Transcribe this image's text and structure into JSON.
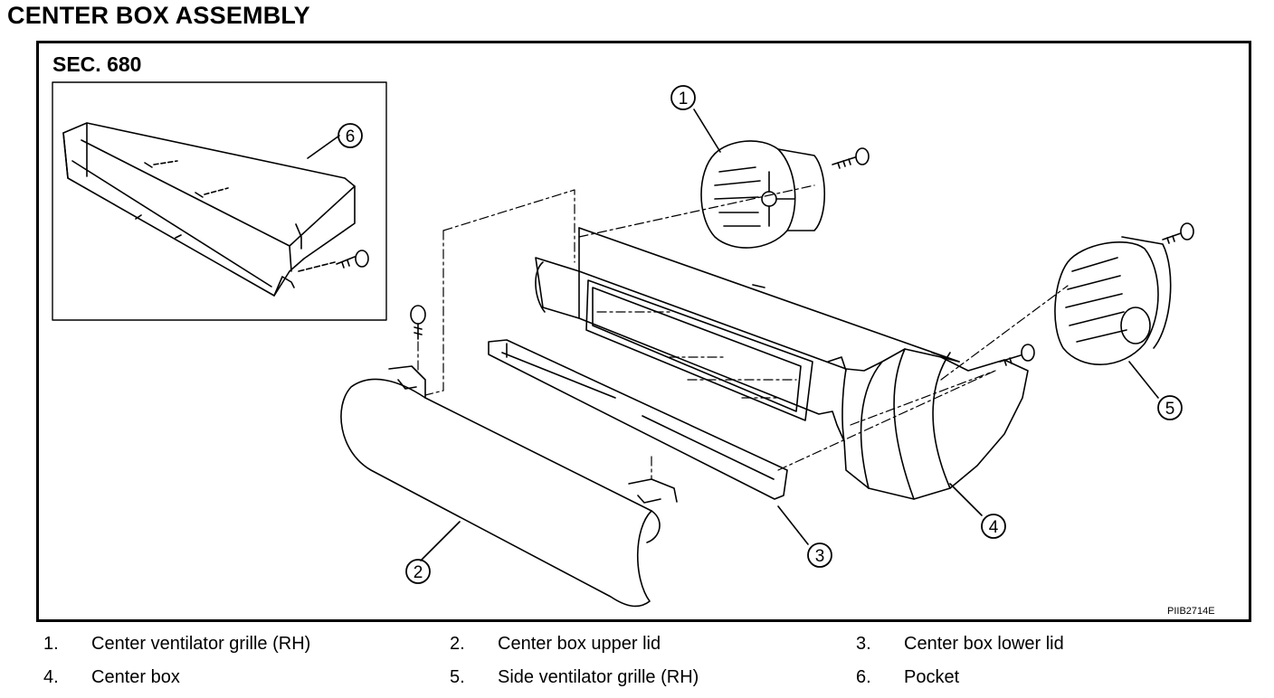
{
  "title": "CENTER BOX ASSEMBLY",
  "section": "SEC. 680",
  "reference_code": "PIIB2714E",
  "callouts": [
    "1",
    "2",
    "3",
    "4",
    "5",
    "6"
  ],
  "legend": [
    {
      "num": "1.",
      "text": "Center ventilator grille (RH)"
    },
    {
      "num": "2.",
      "text": "Center box upper lid"
    },
    {
      "num": "3.",
      "text": "Center box lower lid"
    },
    {
      "num": "4.",
      "text": "Center box"
    },
    {
      "num": "5.",
      "text": "Side ventilator grille (RH)"
    },
    {
      "num": "6.",
      "text": "Pocket"
    }
  ]
}
